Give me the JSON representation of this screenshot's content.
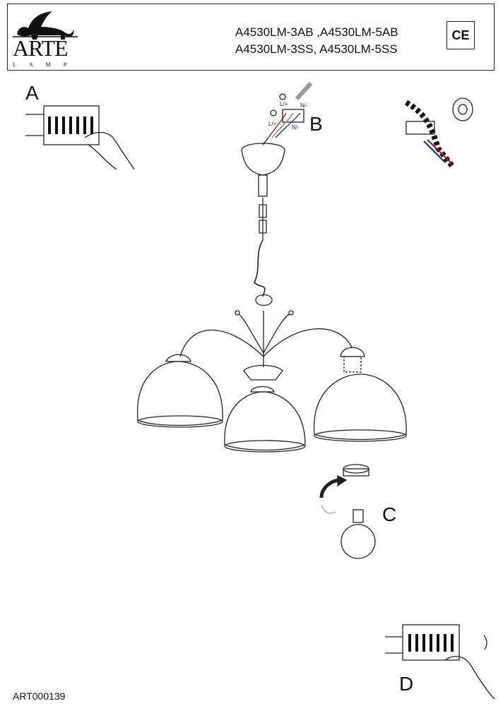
{
  "header": {
    "brand": "ARTE",
    "brand_sub": "LAMP",
    "models": [
      "A4530LM-3AB ,A4530LM-5AB",
      "A4530LM-3SS, A4530LM-5SS"
    ],
    "certification": "CE"
  },
  "steps": {
    "a": "A",
    "b": "B",
    "c": "C",
    "d": "D"
  },
  "wiring_labels": {
    "live_top": "L/+",
    "neutral_top": "N/-",
    "live_bottom": "L/+",
    "neutral_bottom": "N/-"
  },
  "document_code": "ART000139"
}
